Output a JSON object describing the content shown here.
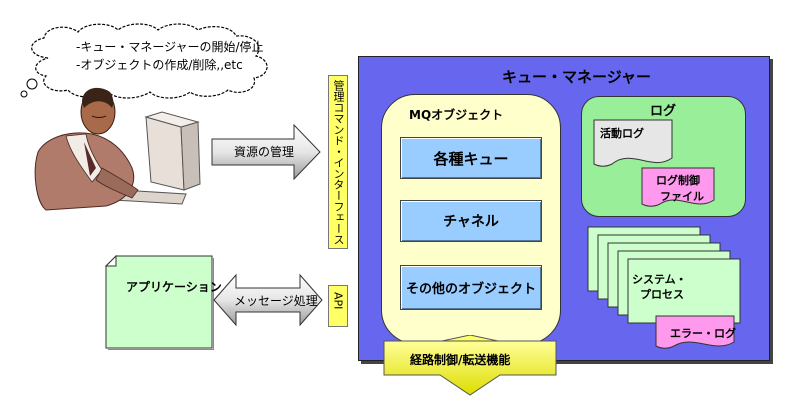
{
  "cloud": {
    "line1": "-キュー・マネージャーの開始/停止",
    "line2": "-オブジェクトの作成/削除,,etc"
  },
  "arrows": {
    "resource_management": "資源の管理",
    "message_processing": "メッセージ処理"
  },
  "interfaces": {
    "management_command": "管理コマンド・インターフェース",
    "api": "API"
  },
  "application": {
    "label": "アプリケーション"
  },
  "queue_manager": {
    "title": "キュー・マネージャー",
    "mq_objects": {
      "title": "MQオブジェクト",
      "items": [
        "各種キュー",
        "チャネル",
        "その他のオブジェクト"
      ]
    },
    "log": {
      "title": "ログ",
      "active_log": "活動ログ",
      "control_file_line1": "ログ制御",
      "control_file_line2": "ファイル"
    },
    "system_process_line1": "システム・",
    "system_process_line2": "プロセス",
    "error_log": "エラー・ログ",
    "routing": "経路制御/転送機能"
  },
  "colors": {
    "queue_manager_bg": "#6666ee",
    "mq_objects_bg": "#ffffcc",
    "object_box": "#99ccff",
    "log_bg": "#99ee99",
    "interface_bar": "#ffff66",
    "document_pink": "#ff99ee",
    "document_green": "#ccffcc"
  }
}
